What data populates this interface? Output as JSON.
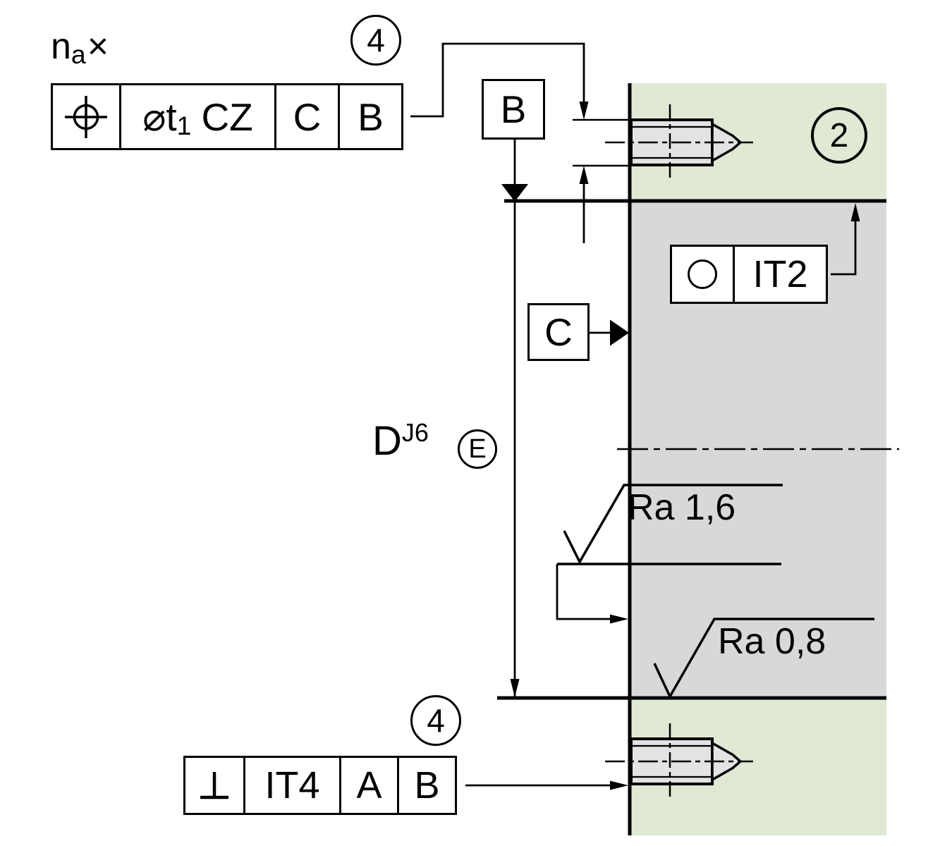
{
  "colors": {
    "background": "#ffffff",
    "green_region": "#dfe9d3",
    "gray_region": "#d8d8d8",
    "screw_fill": "#e3e3e3",
    "line": "#000000"
  },
  "annotations": {
    "hole_count": {
      "base": "n",
      "subscript": "a",
      "multiplier": "×"
    },
    "balloon_top": "4",
    "balloon_bottom": "4",
    "balloon_part": "2",
    "bore_dimension": {
      "letter": "D",
      "tolerance_class": "J6",
      "envelope_modifier": "E"
    },
    "roughness_bore": "Ra 1,6",
    "roughness_face": "Ra 0,8"
  },
  "position_frame": {
    "symbol": "true-position",
    "tolerance": {
      "prefix": "⌀t",
      "subscript": "1",
      "zone_modifier": "CZ"
    },
    "datum_1": "C",
    "datum_2": "B"
  },
  "circularity_frame": {
    "symbol": "circularity",
    "tolerance": "IT2"
  },
  "perpendicularity_frame": {
    "symbol": "perpendicularity",
    "tolerance": "IT4",
    "datum_1": "A",
    "datum_2": "B"
  },
  "datum_labels": {
    "b": "B",
    "c": "C"
  }
}
